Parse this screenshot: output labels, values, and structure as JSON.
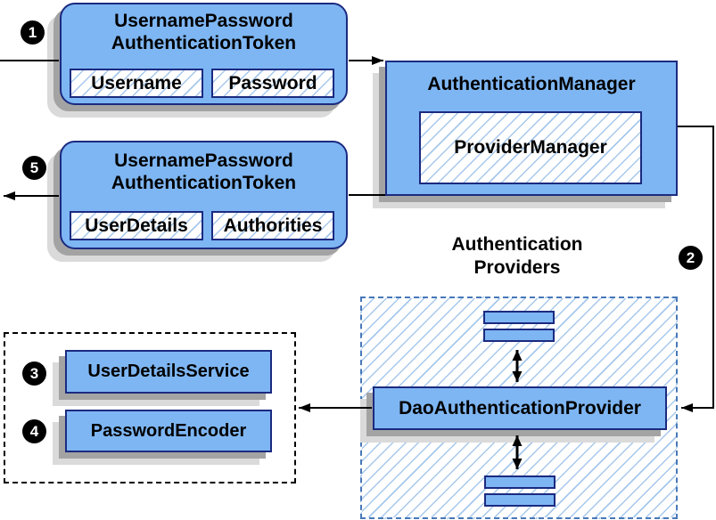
{
  "badges": {
    "step1": "1",
    "step2": "2",
    "step3": "3",
    "step4": "4",
    "step5": "5"
  },
  "token_request": {
    "title_line1": "UsernamePassword",
    "title_line2": "AuthenticationToken",
    "field1": "Username",
    "field2": "Password"
  },
  "auth_manager": {
    "title": "AuthenticationManager",
    "inner": "ProviderManager"
  },
  "token_result": {
    "title_line1": "UsernamePassword",
    "title_line2": "AuthenticationToken",
    "field1": "UserDetails",
    "field2": "Authorities"
  },
  "providers": {
    "title_line1": "Authentication",
    "title_line2": "Providers",
    "main": "DaoAuthenticationProvider"
  },
  "services": {
    "service1": "UserDetailsService",
    "service2": "PasswordEncoder"
  },
  "colors": {
    "box_fill": "#7eb6f3",
    "box_border": "#1b2a80",
    "hatch_line": "#a6c8ec",
    "dashed_border": "#4878b8",
    "dotted_border": "#000000",
    "shadow_dark": "#a3a3a3",
    "shadow_light": "#dadada",
    "connector": "#000000",
    "badge_bg": "#000000",
    "badge_text": "#ffffff"
  }
}
